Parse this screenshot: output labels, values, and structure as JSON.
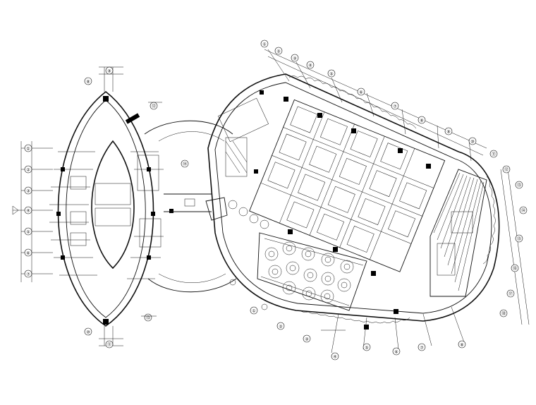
{
  "drawing": {
    "ink_color": "#111111",
    "background": "#ffffff",
    "grid_labels_left": [
      "①",
      "②",
      "③",
      "④",
      "⑤",
      "⑥",
      "⑦",
      "⑧",
      "⑨",
      "⑩",
      "⑪",
      "⑫",
      "⑬",
      "⑭"
    ],
    "grid_labels_right": [
      "①",
      "②",
      "③",
      "④",
      "⑤",
      "⑥",
      "⑦",
      "⑧",
      "⑨",
      "⑩",
      "⑪",
      "⑫",
      "⑬",
      "⑭",
      "⑮",
      "⑯",
      "⑰",
      "⑱"
    ]
  }
}
